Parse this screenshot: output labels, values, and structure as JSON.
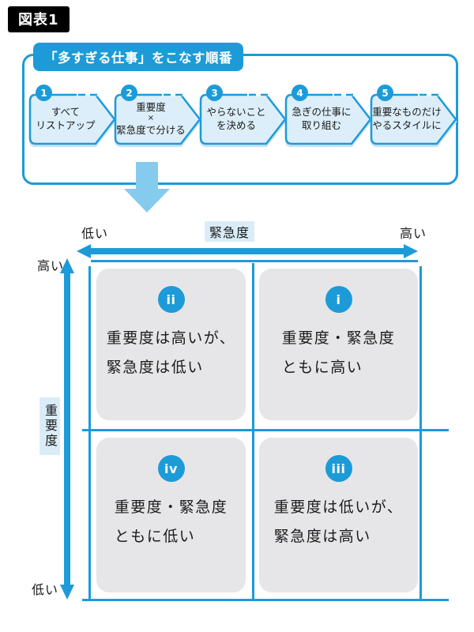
{
  "figure_label": "図表1",
  "flow": {
    "title": "「多すぎる仕事」をこなす順番",
    "steps": [
      {
        "num": "1",
        "lines": [
          "すべて",
          "リストアップ"
        ]
      },
      {
        "num": "2",
        "lines": [
          "重要度",
          "×",
          "緊急度で分ける"
        ]
      },
      {
        "num": "3",
        "lines": [
          "やらないこと",
          "を決める"
        ]
      },
      {
        "num": "4",
        "lines": [
          "急ぎの仕事に",
          "取り組む"
        ]
      },
      {
        "num": "5",
        "lines": [
          "重要なものだけ",
          "やるスタイルに"
        ]
      }
    ]
  },
  "matrix": {
    "x_axis": {
      "label": "緊急度",
      "left": "低い",
      "right": "高い"
    },
    "y_axis": {
      "label": "重要度",
      "top": "高い",
      "bottom": "低い"
    },
    "quadrants": [
      {
        "id": "ii",
        "position": "top-left",
        "lines": [
          "重要度は高いが、",
          "緊急度は低い"
        ]
      },
      {
        "id": "i",
        "position": "top-right",
        "lines": [
          "重要度・緊急度",
          "ともに高い"
        ]
      },
      {
        "id": "iv",
        "position": "bottom-left",
        "lines": [
          "重要度・緊急度",
          "ともに低い"
        ]
      },
      {
        "id": "iii",
        "position": "bottom-right",
        "lines": [
          "重要度は低いが、",
          "緊急度は高い"
        ]
      }
    ]
  },
  "colors": {
    "accent_blue": "#1C9BD8",
    "light_arrow_blue": "#85CBED",
    "step_fill": "#DCEEF9",
    "label_bg": "#D9ECF8",
    "quadrant_fill": "#E6E6E8",
    "figure_label_bg": "#000000",
    "text": "#1A1A1A"
  }
}
